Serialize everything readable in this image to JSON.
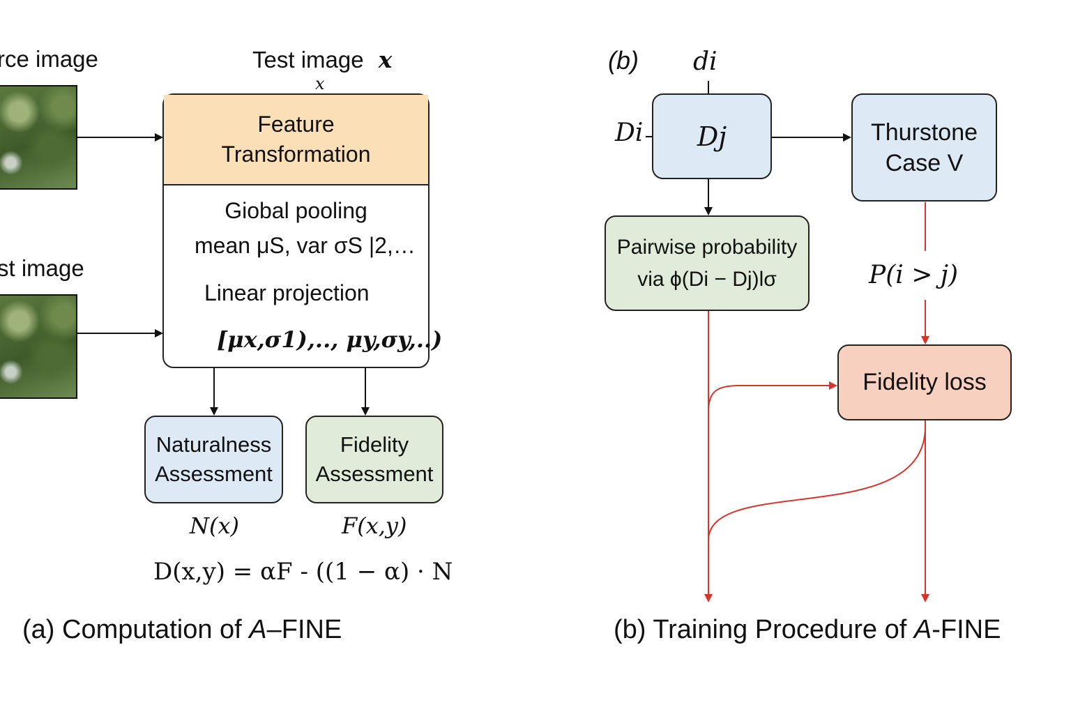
{
  "panel_a": {
    "source_image_label": "rce image",
    "test_image_top": "Test image",
    "test_image_top_var": "x",
    "test_image_top_sub": "x",
    "test_image_left_label": "st image",
    "feature_header_line1": "Feature",
    "feature_header_line2": "Transformation",
    "global_pooling": "Giobal pooling",
    "mean_var_line": "mean μS, var σS |2,…",
    "linear_projection": "Linear projection",
    "vector_line": "[μx,σ1),.., μy,σy,..)",
    "naturalness_line1": "Naturalness",
    "naturalness_line2": "Assessment",
    "fidelity_line1": "Fidelity",
    "fidelity_line2": "Assessment",
    "n_of_x": "N(x)",
    "f_of_xy": "F(x,y)",
    "formula": "D(x,y) = αF - ((1 − α) · N",
    "caption_prefix": "(a) Computation of ",
    "caption_italic": "A",
    "caption_suffix": "–FINE"
  },
  "panel_b": {
    "tag": "(b)",
    "d_i": "di",
    "D_i": "Di",
    "D_j": "Dj",
    "thurstone_line1": "Thurstone",
    "thurstone_line2": "Case V",
    "pairwise_line1": "Pairwise probability",
    "pairwise_line2": "via ϕ(Di − Dj)lσ",
    "probability": "P(i > j)",
    "fidelity_loss": "Fidelity loss",
    "caption_prefix": "(b) Training Procedure of ",
    "caption_italic": "A",
    "caption_suffix": "-FINE"
  },
  "colors": {
    "orange_header": "#fbdfb6",
    "blue_box": "#dde9f4",
    "green_box": "#e0ecd9",
    "salmon_box": "#f8d0c0",
    "red_arrow": "#d9342b",
    "black_arrow": "#111111"
  }
}
